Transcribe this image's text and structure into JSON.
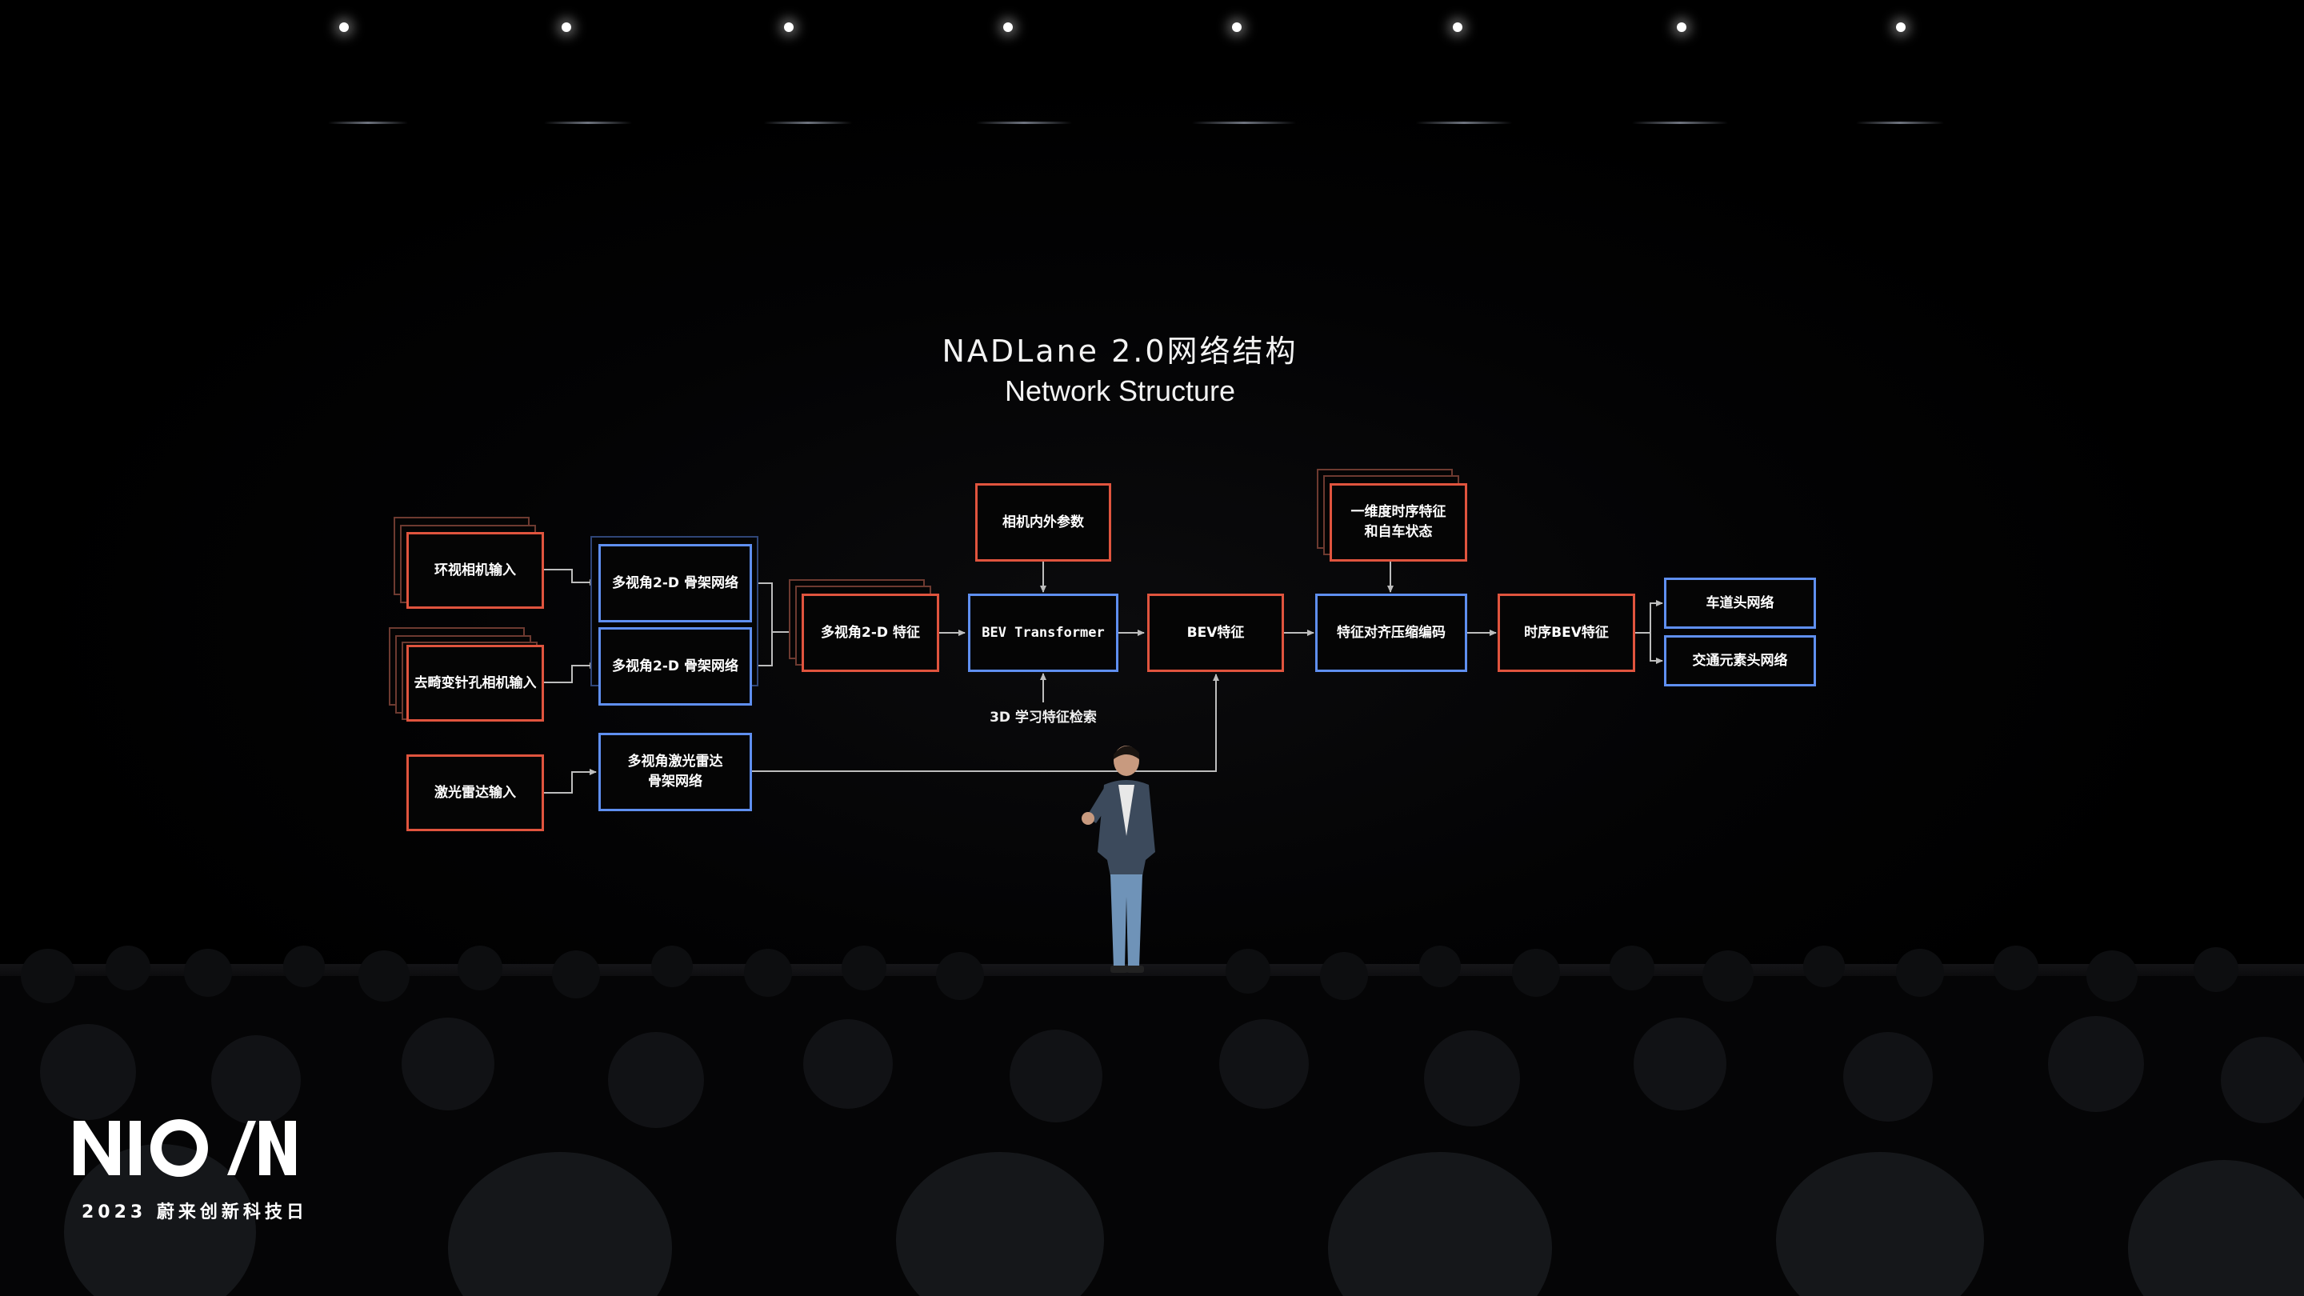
{
  "slide": {
    "title_cn": "NADLane 2.0网络结构",
    "title_en": "Network Structure"
  },
  "nodes": {
    "surround_camera_input": "环视相机输入",
    "undistorted_pinhole_camera_input": "去畸变针孔相机输入",
    "lidar_input": "激光雷达输入",
    "multiview_2d_backbone_a": "多视角2-D 骨架网络",
    "multiview_2d_backbone_b": "多视角2-D 骨架网络",
    "multiview_lidar_backbone": "多视角激光雷达\n骨架网络",
    "multiview_2d_features": "多视角2-D 特征",
    "camera_params": "相机内外参数",
    "bev_transformer": "BEV Transformer",
    "bev_features": "BEV特征",
    "temporal_features_ego_state": "一维度时序特征\n和自车状态",
    "feature_align_compress_encoder": "特征对齐压缩编码",
    "temporal_bev_features": "时序BEV特征",
    "lane_head_network": "车道头网络",
    "traffic_element_head_network": "交通元素头网络"
  },
  "labels": {
    "learned_3d_feature_retrieval": "3D 学习特征检索"
  },
  "branding": {
    "logo": "NIO IN",
    "event": "2023 蔚来创新科技日"
  },
  "colors": {
    "input_box_border": "#e0543e",
    "network_box_border": "#5f8ff0",
    "connector": "#bdbdbd"
  }
}
